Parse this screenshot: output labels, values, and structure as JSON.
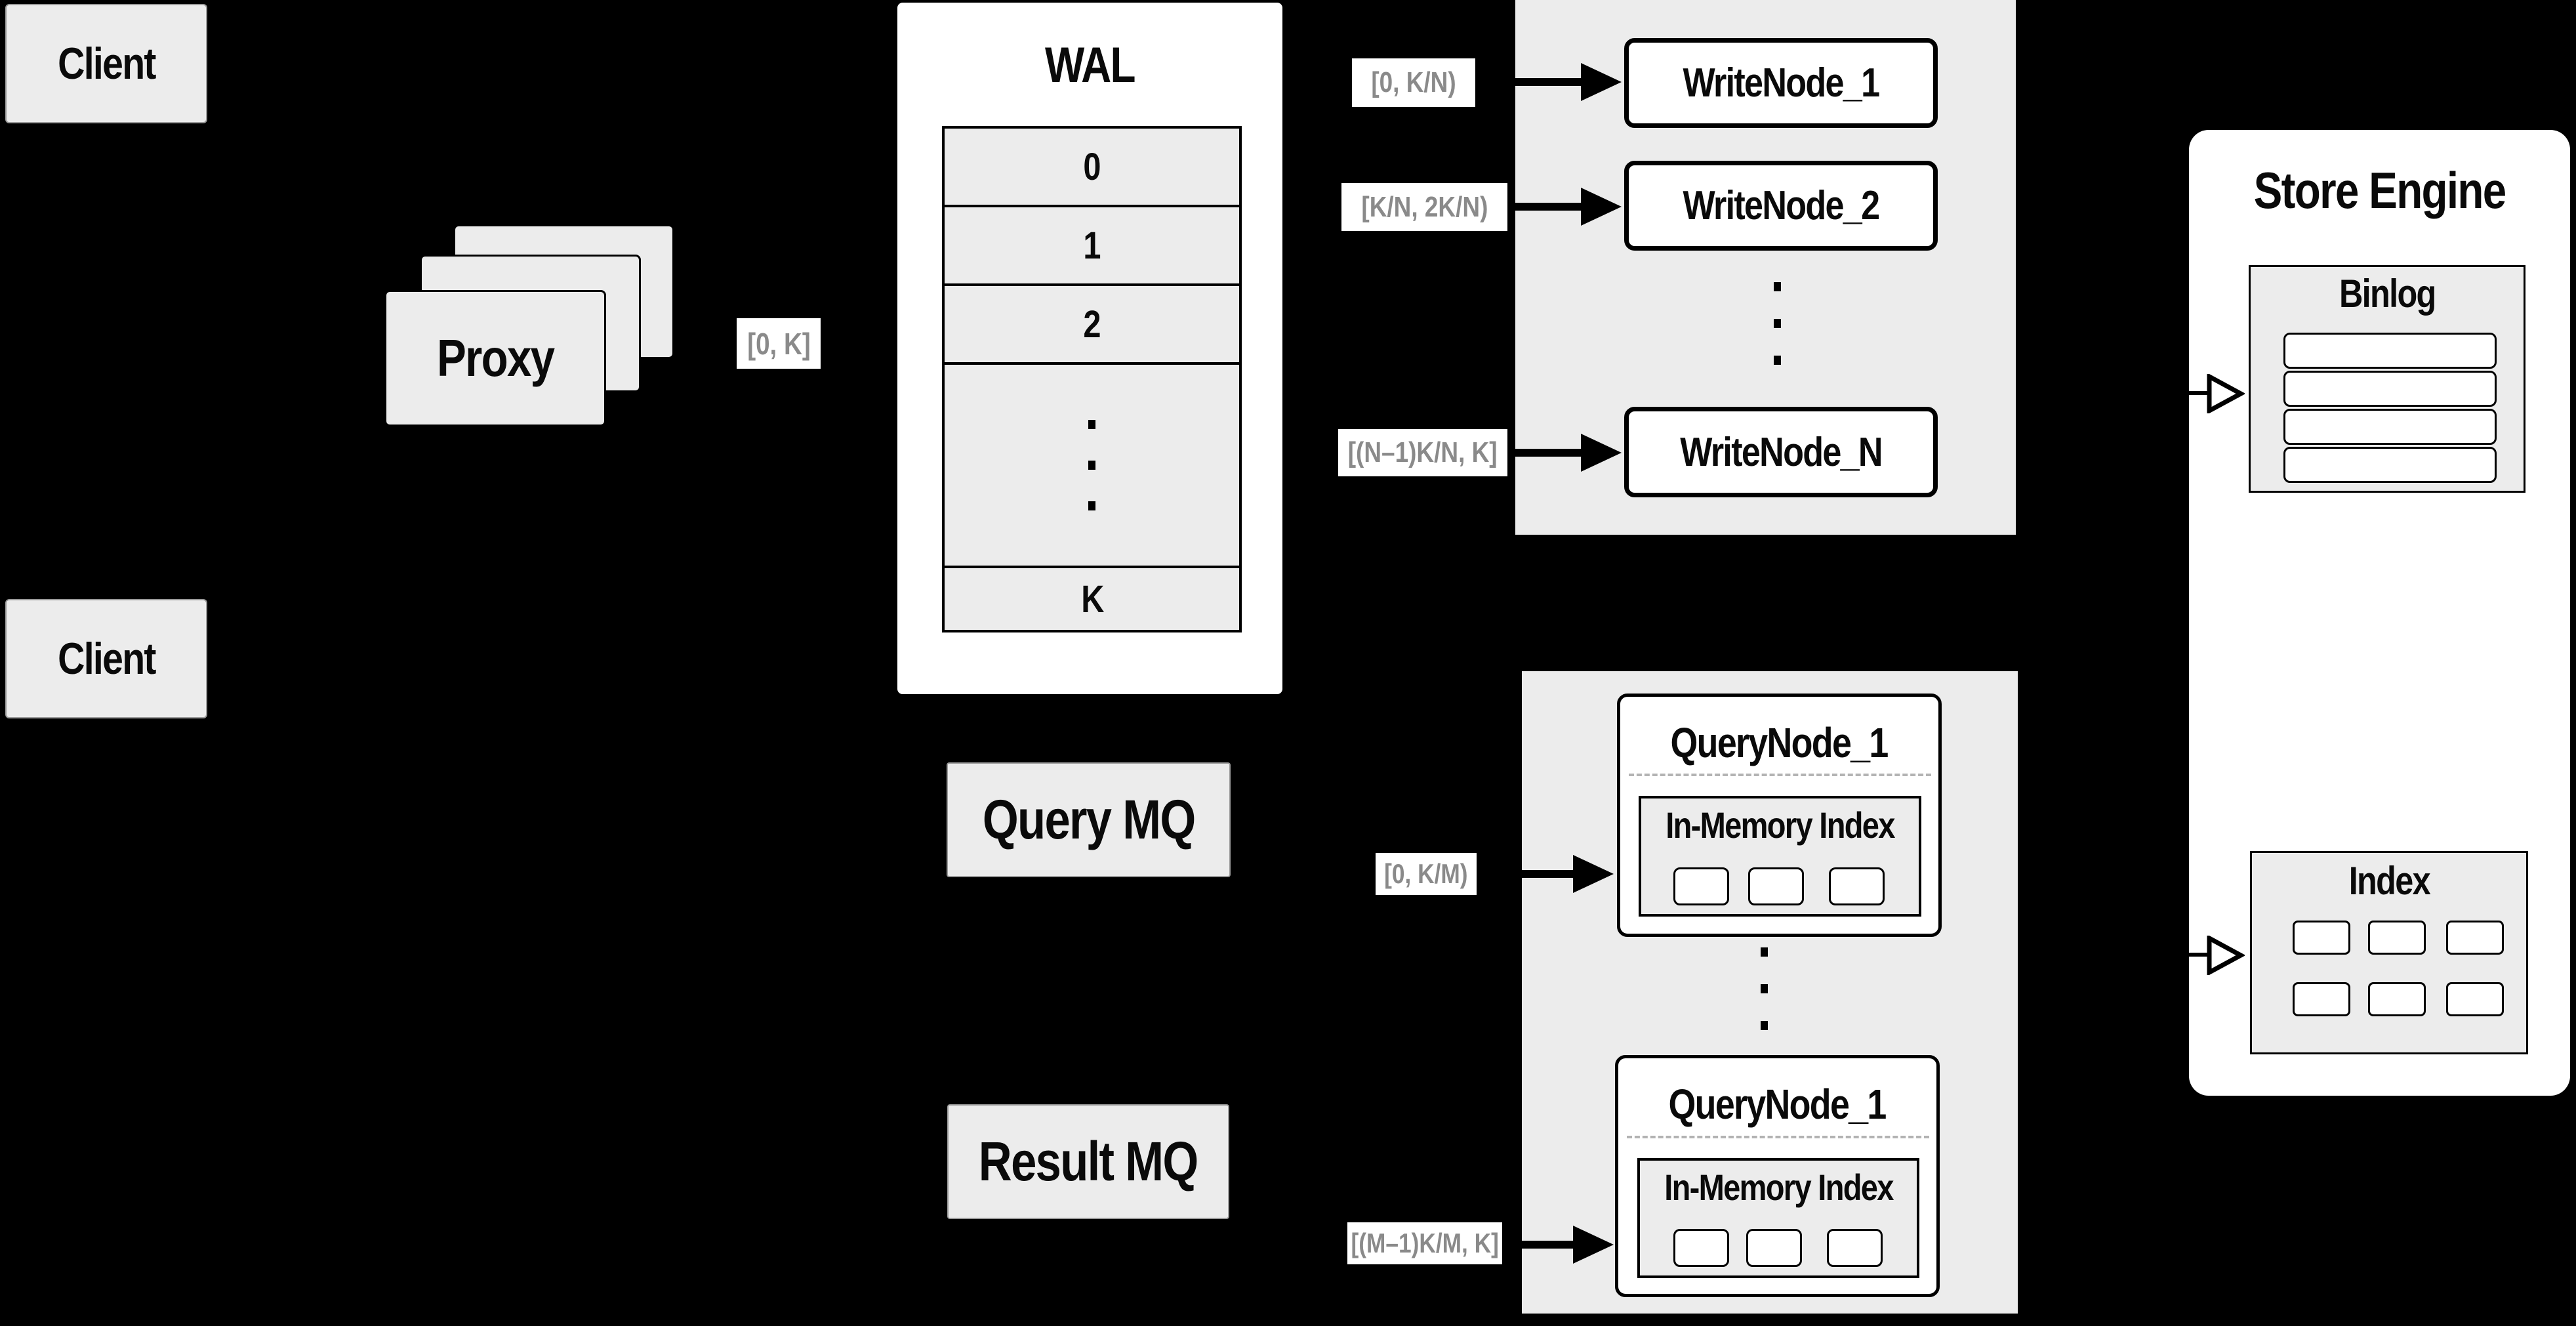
{
  "clients": {
    "top_label": "Client",
    "bottom_label": "Client"
  },
  "proxy": {
    "label": "Proxy"
  },
  "labels": {
    "proxy_range": "[0, K]",
    "write_ranges": [
      "[0, K/N)",
      "[K/N, 2K/N)",
      "[(N–1)K/N, K]"
    ],
    "query_ranges": [
      "[0, K/M)",
      "[(M–1)K/M, K]"
    ]
  },
  "wal": {
    "title": "WAL",
    "rows": [
      "0",
      "1",
      "2"
    ],
    "last_row": "K"
  },
  "write_nodes": [
    "WriteNode_1",
    "WriteNode_2",
    "WriteNode_N"
  ],
  "mq": {
    "query": "Query MQ",
    "result": "Result MQ"
  },
  "query_nodes": {
    "top": {
      "title": "QueryNode_1",
      "subtitle": "In-Memory Index"
    },
    "bottom": {
      "title": "QueryNode_1",
      "subtitle": "In-Memory Index"
    }
  },
  "store_engine": {
    "title": "Store Engine",
    "binlog_title": "Binlog",
    "index_title": "Index"
  },
  "colors": {
    "background": "#000000",
    "panel_gray": "#ececec",
    "box_white": "#ffffff",
    "chip_text_gray": "#8a8a8a",
    "line_black": "#000000"
  }
}
